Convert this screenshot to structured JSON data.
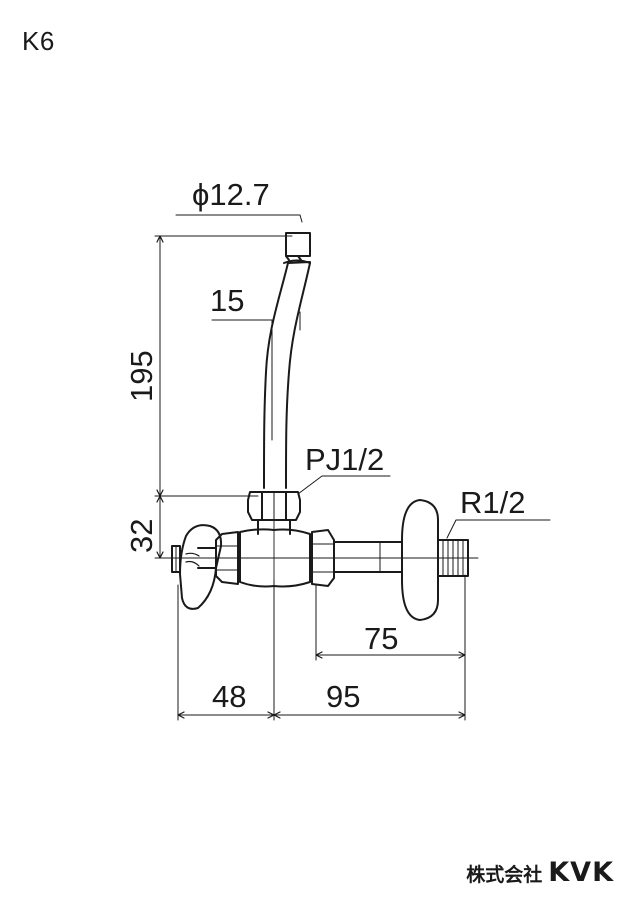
{
  "model": "K6",
  "labels": {
    "tube_diameter": "ϕ12.7",
    "offset": "15",
    "height_upper": "195",
    "height_lower": "32",
    "nut_thread": "PJ1/2",
    "pipe_thread": "R1/2",
    "length_75": "75",
    "left_48": "48",
    "right_95": "95"
  },
  "footer": {
    "company_jp": "株式会社",
    "brand": "KVK"
  }
}
